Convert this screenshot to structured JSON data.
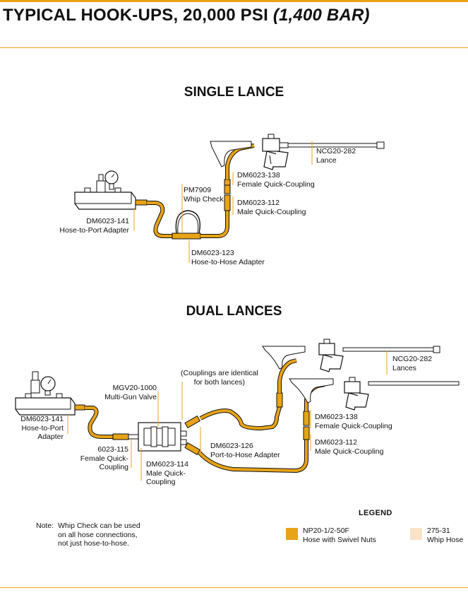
{
  "title": {
    "main": "TYPICAL HOOK-UPS, 20,000 PSI",
    "italic": "(1,400 BAR)"
  },
  "single": {
    "heading": "SINGLE LANCE",
    "lance": [
      "NCG20-282",
      "Lance"
    ],
    "female": [
      "DM6023-138",
      "Female Quick-Coupling"
    ],
    "male": [
      "DM6023-112",
      "Male Quick-Coupling"
    ],
    "whip": [
      "PM7909",
      "Whip Check"
    ],
    "port": [
      "DM6023-141",
      "Hose-to-Port Adapter"
    ],
    "hose_adapter": [
      "DM6023-123",
      "Hose-to-Hose Adapter"
    ]
  },
  "dual": {
    "heading": "DUAL LANCES",
    "note_identical": [
      "(Couplings are identical",
      "for both lances)"
    ],
    "lances": [
      "NCG20-282",
      "Lances"
    ],
    "valve": [
      "MGV20-1000",
      "Multi-Gun Valve"
    ],
    "port": [
      "DM6023-141",
      "Hose-to-Port",
      "Adapter"
    ],
    "female_left": [
      "6023-115",
      "Female Quick-",
      "Coupling"
    ],
    "male_left": [
      "DM6023-114",
      "Male Quick-",
      "Coupling"
    ],
    "port_hose": [
      "DM6023-126",
      "Port-to-Hose Adapter"
    ],
    "female": [
      "DM6023-138",
      "Female Quick-Coupling"
    ],
    "male": [
      "DM6023-112",
      "Male Quick-Coupling"
    ]
  },
  "note": {
    "label": "Note:",
    "lines": [
      "Whip Check can be used",
      "on all hose connections,",
      "not just hose-to-hose."
    ]
  },
  "legend": {
    "title": "LEGEND",
    "hose": {
      "lines": [
        "NP20-1/2-50F",
        "Hose with Swivel Nuts"
      ],
      "color": "#e8a317"
    },
    "whip": {
      "lines": [
        "275-31",
        "Whip Hose"
      ],
      "color": "#fbe3c8"
    }
  },
  "colors": {
    "accent": "#e8a317",
    "whip": "#fbe3c8",
    "line": "#111111"
  }
}
